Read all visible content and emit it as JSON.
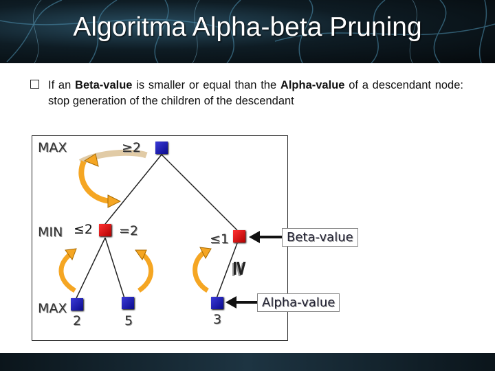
{
  "slide": {
    "title": "Algoritma Alpha-beta Pruning",
    "bullet": {
      "part1": "If an ",
      "beta": "Beta-value",
      "part2": " is smaller or equal than the ",
      "alpha": "Alpha-value",
      "part3": " of a descendant node: stop generation of the children of the descendant"
    }
  },
  "tree": {
    "max_label": "MAX",
    "min_label": "MIN",
    "max_label_bottom": "MAX",
    "root_value": "≥2",
    "min_left_bound": "≤2",
    "min_left_value": "=2",
    "min_right_value": "≤1",
    "leaf_values": [
      "2",
      "5",
      "3"
    ],
    "ge_sign": "≥",
    "colors": {
      "max_node": "#1010b0",
      "min_node": "#d40000",
      "arrow": "#f5a623"
    }
  },
  "callouts": {
    "beta": "Beta-value",
    "alpha": "Alpha-value"
  }
}
